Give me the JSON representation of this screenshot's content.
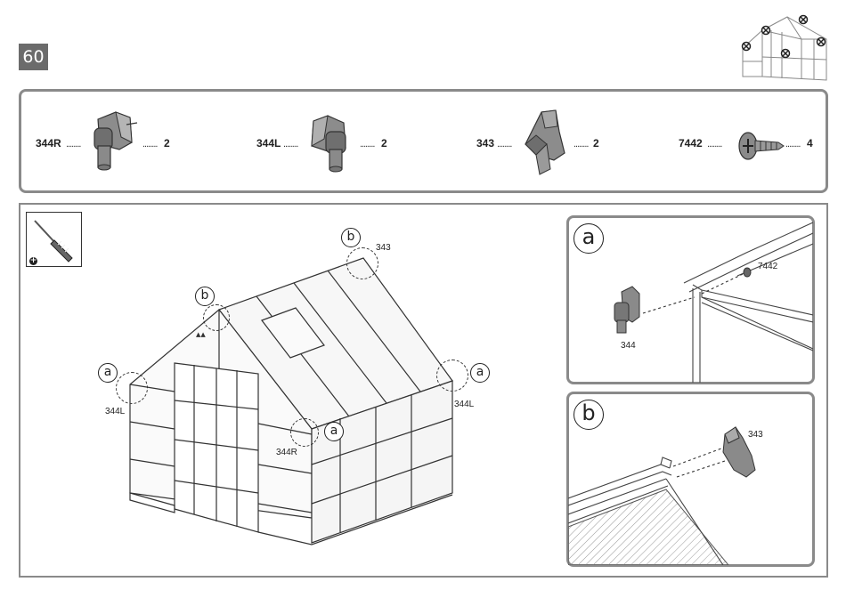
{
  "step_number": "60",
  "parts": [
    {
      "code": "344R",
      "dots": "........",
      "qty": "2"
    },
    {
      "code": "344L",
      "dots": "........",
      "qty": "2"
    },
    {
      "code": "343",
      "dots": "........",
      "qty": "2"
    },
    {
      "code": "7442",
      "dots": "........",
      "qty": "4"
    }
  ],
  "main": {
    "letter_b_top": "b",
    "label_343": "343",
    "letter_b_left": "b",
    "letter_a_left": "a",
    "label_344L_left": "344L",
    "letter_a_right": "a",
    "label_344L_right": "344L",
    "letter_a_mid": "a",
    "label_344R": "344R"
  },
  "detail_a": {
    "letter": "a",
    "label_part": "344",
    "label_screw": "7442"
  },
  "detail_b": {
    "letter": "b",
    "label_part": "343"
  },
  "tool": {
    "name": "screwdriver-icon",
    "plus": "+"
  }
}
